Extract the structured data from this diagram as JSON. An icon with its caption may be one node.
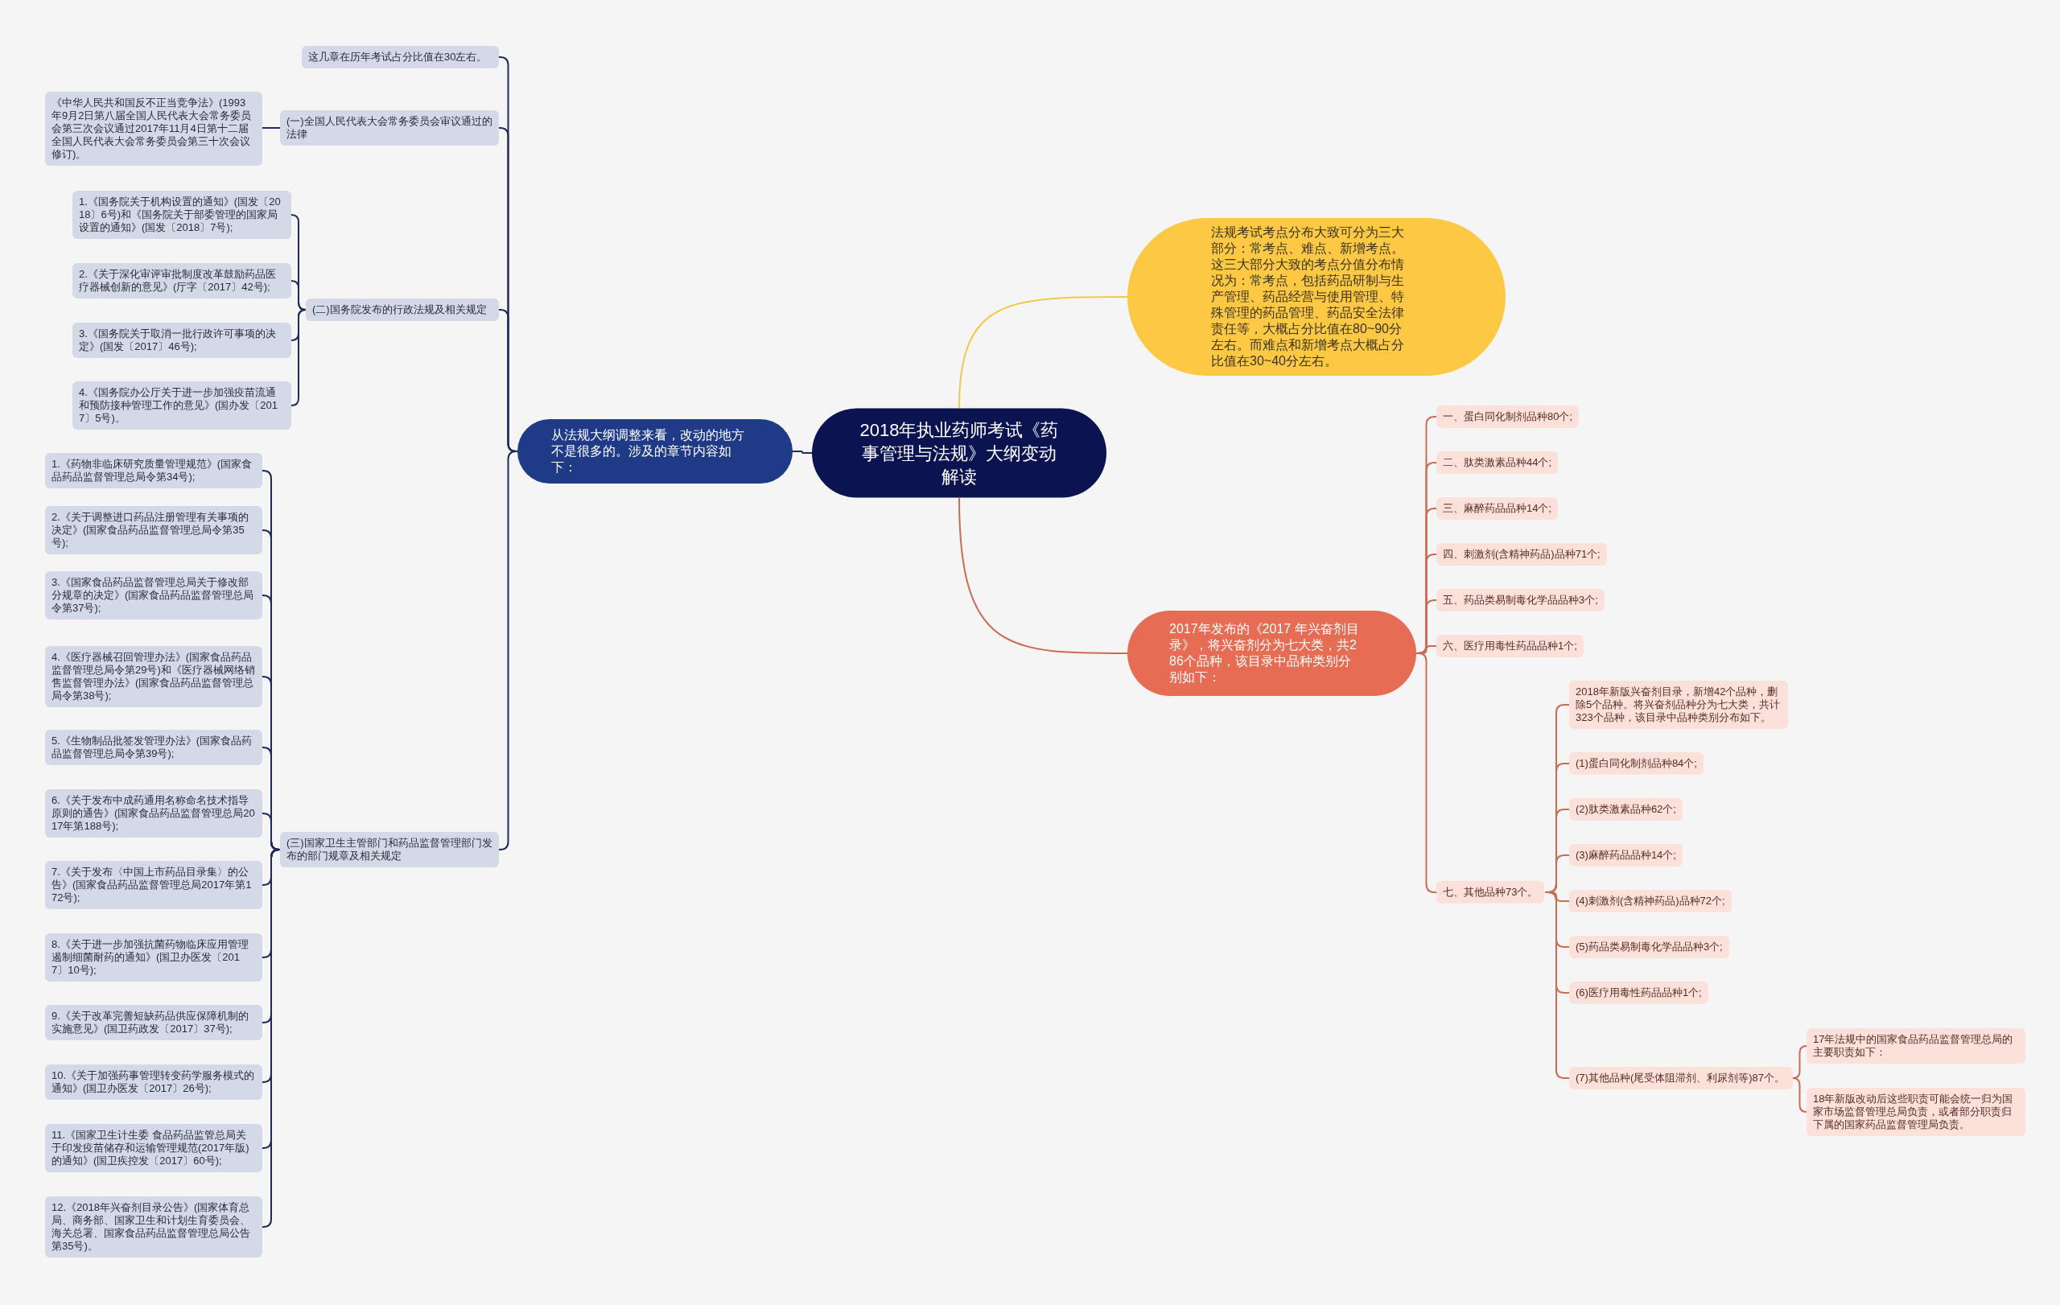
{
  "diagram": {
    "nodes": [
      {
        "text": [
          "2018年执业药师考试《药事管理与法规》大纲变动解读"
        ]
      },
      {
        "text": [
          "法规考试考点分布大致可分为三大部分：常考点、难点、新增考点。这三大部分大致的考点分值分布情况为：常考点，包括药品研制与生产管理、药品经营与使用管理、特殊管理的药品管理、药品安全法律责任等，大概占分比值在80~90分左右。而难点和新增考点大概占分比值在30~40分左右。"
        ]
      },
      {
        "text": [
          "从法规大纲调整来看，改动的地方不是很多的。涉及的章节内容如下："
        ]
      },
      {
        "text": [
          "这几章在历年考试占分比值在30左右。"
        ]
      },
      {
        "text": [
          "(一)全国人民代表大会常务委员会审议通过的法律"
        ]
      },
      {
        "text": [
          "《中华人民共和国反不正当竞争法》(1993年9月2日第八届全国人民代表大会常务委员会第三次会议通过2017年11月4日第十二届全国人民代表大会常务委员会第三十次会议修订)。"
        ]
      },
      {
        "text": [
          "(二)国务院发布的行政法规及相关规定"
        ]
      },
      {
        "text": [
          "1.《国务院关于机构设置的通知》(国发〔2018〕6号)和《国务院关于部委管理的国家局设置的通知》(国发〔2018〕7号);"
        ]
      },
      {
        "text": [
          "2.《关于深化审评审批制度改革鼓励药品医疗器械创新的意见》(厅字〔2017〕42号);"
        ]
      },
      {
        "text": [
          "3.《国务院关于取消一批行政许可事项的决定》(国发〔2017〕46号);"
        ]
      },
      {
        "text": [
          "4.《国务院办公厅关于进一步加强疫苗流通和预防接种管理工作的意见》(国办发〔2017〕5号)。"
        ]
      },
      {
        "text": [
          "(三)国家卫生主管部门和药品监督管理部门发布的部门规章及相关规定"
        ]
      },
      {
        "text": [
          "1.《药物非临床研究质量管理规范》(国家食品药品监督管理总局令第34号);"
        ]
      },
      {
        "text": [
          "2.《关于调整进口药品注册管理有关事项的决定》(国家食品药品监督管理总局令第35号);"
        ]
      },
      {
        "text": [
          "3.《国家食品药品监督管理总局关于修改部分规章的决定》(国家食品药品监督管理总局令第37号);"
        ]
      },
      {
        "text": [
          "4.《医疗器械召回管理办法》(国家食品药品监督管理总局令第29号)和《医疗器械网络销售监督管理办法》(国家食品药品监督管理总局令第38号);"
        ]
      },
      {
        "text": [
          "5.《生物制品批签发管理办法》(国家食品药品监督管理总局令第39号);"
        ]
      },
      {
        "text": [
          "6.《关于发布中成药通用名称命名技术指导原则的通告》(国家食品药品监督管理总局2017年第188号);"
        ]
      },
      {
        "text": [
          "7.《关于发布〈中国上市药品目录集〉的公告》(国家食品药品监督管理总局2017年第172号);"
        ]
      },
      {
        "text": [
          "8.《关于进一步加强抗菌药物临床应用管理遏制细菌耐药的通知》(国卫办医发〔2017〕10号);"
        ]
      },
      {
        "text": [
          "9.《关于改革完善短缺药品供应保障机制的实施意见》(国卫药政发〔2017〕37号);"
        ]
      },
      {
        "text": [
          "10.《关于加强药事管理转变药学服务模式的通知》(国卫办医发〔2017〕26号);"
        ]
      },
      {
        "text": [
          "11.《国家卫生计生委 食品药品监管总局关于印发疫苗储存和运输管理规范(2017年版)的通知》(国卫疾控发〔2017〕60号);"
        ]
      },
      {
        "text": [
          "12.《2018年兴奋剂目录公告》(国家体育总局、商务部、国家卫生和计划生育委员会、海关总署、国家食品药品监督管理总局公告第35号)。"
        ]
      },
      {
        "text": [
          "2017年发布的《2017 年兴奋剂目录》，将兴奋剂分为七大类，共286个品种，该目录中品种类别分别如下："
        ]
      },
      {
        "text": [
          "一、蛋白同化制剂品种80个;"
        ]
      },
      {
        "text": [
          "二、肽类激素品种44个;"
        ]
      },
      {
        "text": [
          "三、麻醉药品品种14个;"
        ]
      },
      {
        "text": [
          "四、刺激剂(含精神药品)品种71个;"
        ]
      },
      {
        "text": [
          "五、药品类易制毒化学品品种3个;"
        ]
      },
      {
        "text": [
          "六、医疗用毒性药品品种1个;"
        ]
      },
      {
        "text": [
          "七、其他品种73个。"
        ]
      },
      {
        "text": [
          "2018年新版兴奋剂目录，新增42个品种，删除5个品种。将兴奋剂品种分为七大类，共计323个品种，该目录中品种类别分布如下。"
        ]
      },
      {
        "text": [
          "(1)蛋白同化制剂品种84个;"
        ]
      },
      {
        "text": [
          "(2)肽类激素品种62个;"
        ]
      },
      {
        "text": [
          "(3)麻醉药品品种14个;"
        ]
      },
      {
        "text": [
          "(4)刺激剂(含精神药品)品种72个;"
        ]
      },
      {
        "text": [
          "(5)药品类易制毒化学品品种3个;"
        ]
      },
      {
        "text": [
          "(6)医疗用毒性药品品种1个;"
        ]
      },
      {
        "text": [
          "(7)其他品种(尾受体阻滞剂、利尿剂等)87个。"
        ]
      },
      {
        "text": [
          "17年法规中的国家食品药品监督管理总局的主要职责如下："
        ]
      },
      {
        "text": [
          "18年新版改动后这些职责可能会统一归为国家市场监督管理总局负责，或者部分职责归下属的国家药品监督管理局负责。"
        ]
      }
    ],
    "edges": [
      {
        "from": 0,
        "to": 1,
        "arrow": "none",
        "color": "#f2c94c"
      },
      {
        "from": 0,
        "to": 2,
        "arrow": "none"
      },
      {
        "from": 0,
        "to": 24,
        "arrow": "none",
        "color": "#cd6a52"
      },
      {
        "from": 2,
        "to": 3,
        "arrow": "none"
      },
      {
        "from": 2,
        "to": 4,
        "arrow": "none"
      },
      {
        "from": 4,
        "to": 5,
        "arrow": "none"
      },
      {
        "from": 2,
        "to": 6,
        "arrow": "none"
      },
      {
        "from": 6,
        "to": 7,
        "arrow": "none"
      },
      {
        "from": 6,
        "to": 8,
        "arrow": "none"
      },
      {
        "from": 6,
        "to": 9,
        "arrow": "none"
      },
      {
        "from": 6,
        "to": 10,
        "arrow": "none"
      },
      {
        "from": 2,
        "to": 11,
        "arrow": "none"
      },
      {
        "from": 11,
        "to": 12,
        "arrow": "none"
      },
      {
        "from": 11,
        "to": 13,
        "arrow": "none"
      },
      {
        "from": 11,
        "to": 14,
        "arrow": "none"
      },
      {
        "from": 11,
        "to": 15,
        "arrow": "none"
      },
      {
        "from": 11,
        "to": 16,
        "arrow": "none"
      },
      {
        "from": 11,
        "to": 17,
        "arrow": "none"
      },
      {
        "from": 11,
        "to": 18,
        "arrow": "none"
      },
      {
        "from": 11,
        "to": 19,
        "arrow": "none"
      },
      {
        "from": 11,
        "to": 20,
        "arrow": "none"
      },
      {
        "from": 11,
        "to": 21,
        "arrow": "none"
      },
      {
        "from": 11,
        "to": 22,
        "arrow": "none"
      },
      {
        "from": 11,
        "to": 23,
        "arrow": "none"
      },
      {
        "from": 24,
        "to": 25,
        "arrow": "none",
        "color": "#cd6a52"
      },
      {
        "from": 24,
        "to": 26,
        "arrow": "none",
        "color": "#cd6a52"
      },
      {
        "from": 24,
        "to": 27,
        "arrow": "none",
        "color": "#cd6a52"
      },
      {
        "from": 24,
        "to": 28,
        "arrow": "none",
        "color": "#cd6a52"
      },
      {
        "from": 24,
        "to": 29,
        "arrow": "none",
        "color": "#cd6a52"
      },
      {
        "from": 24,
        "to": 30,
        "arrow": "none",
        "color": "#cd6a52"
      },
      {
        "from": 24,
        "to": 31,
        "arrow": "none",
        "color": "#cd6a52"
      },
      {
        "from": 31,
        "to": 32,
        "arrow": "none",
        "color": "#cd6a52"
      },
      {
        "from": 31,
        "to": 33,
        "arrow": "none",
        "color": "#cd6a52"
      },
      {
        "from": 31,
        "to": 34,
        "arrow": "none",
        "color": "#cd6a52"
      },
      {
        "from": 31,
        "to": 35,
        "arrow": "none",
        "color": "#cd6a52"
      },
      {
        "from": 31,
        "to": 36,
        "arrow": "none",
        "color": "#cd6a52"
      },
      {
        "from": 31,
        "to": 37,
        "arrow": "none",
        "color": "#cd6a52"
      },
      {
        "from": 31,
        "to": 38,
        "arrow": "none",
        "color": "#cd6a52"
      },
      {
        "from": 31,
        "to": 39,
        "arrow": "none",
        "color": "#cd6a52"
      },
      {
        "from": 39,
        "to": 40,
        "arrow": "none",
        "color": "#cd6a52"
      },
      {
        "from": 39,
        "to": 41,
        "arrow": "none",
        "color": "#cd6a52"
      }
    ]
  }
}
